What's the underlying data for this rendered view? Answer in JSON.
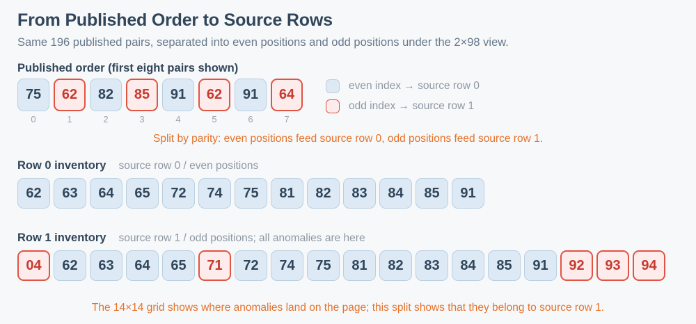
{
  "colors": {
    "background": "#f7f8fa",
    "navy": "#31465a",
    "subtitle_gray": "#66788a",
    "caption_gray": "#8d98a3",
    "index_gray": "#9aa4ae",
    "swatch_border": "#c4ccd5",
    "blue_fill": "#ddeaf6",
    "blue_border": "#b9cfe0",
    "red_fill": "#fdeceb",
    "red_border": "#e05443",
    "red_text": "#c63a2f",
    "orange": "#e5722a"
  },
  "header": {
    "title": "From Published Order to Source Rows",
    "subtitle": "Same 196 published pairs, separated into even positions and odd positions under the 2×98 view."
  },
  "published": {
    "heading": "Published order (first eight pairs shown)",
    "pairs": [
      {
        "value": "75",
        "index": "0",
        "variant": "even"
      },
      {
        "value": "62",
        "index": "1",
        "variant": "odd"
      },
      {
        "value": "82",
        "index": "2",
        "variant": "even"
      },
      {
        "value": "85",
        "index": "3",
        "variant": "odd"
      },
      {
        "value": "91",
        "index": "4",
        "variant": "even"
      },
      {
        "value": "62",
        "index": "5",
        "variant": "odd"
      },
      {
        "value": "91",
        "index": "6",
        "variant": "even"
      },
      {
        "value": "64",
        "index": "7",
        "variant": "odd"
      }
    ],
    "legend": [
      {
        "swatch": "even",
        "label": "even index → source row 0"
      },
      {
        "swatch": "odd",
        "label": "odd index → source row 1"
      }
    ],
    "note": "Split by parity: even positions feed source row 0, odd positions feed source row 1."
  },
  "row0": {
    "heading": "Row 0 inventory",
    "caption": "source row 0 / even positions",
    "cells": [
      {
        "value": "62",
        "variant": "normal"
      },
      {
        "value": "63",
        "variant": "normal"
      },
      {
        "value": "64",
        "variant": "normal"
      },
      {
        "value": "65",
        "variant": "normal"
      },
      {
        "value": "72",
        "variant": "normal"
      },
      {
        "value": "74",
        "variant": "normal"
      },
      {
        "value": "75",
        "variant": "normal"
      },
      {
        "value": "81",
        "variant": "normal"
      },
      {
        "value": "82",
        "variant": "normal"
      },
      {
        "value": "83",
        "variant": "normal"
      },
      {
        "value": "84",
        "variant": "normal"
      },
      {
        "value": "85",
        "variant": "normal"
      },
      {
        "value": "91",
        "variant": "normal"
      }
    ]
  },
  "row1": {
    "heading": "Row 1 inventory",
    "caption": "source row 1 / odd positions; all anomalies are here",
    "cells": [
      {
        "value": "04",
        "variant": "anomaly"
      },
      {
        "value": "62",
        "variant": "normal"
      },
      {
        "value": "63",
        "variant": "normal"
      },
      {
        "value": "64",
        "variant": "normal"
      },
      {
        "value": "65",
        "variant": "normal"
      },
      {
        "value": "71",
        "variant": "anomaly"
      },
      {
        "value": "72",
        "variant": "normal"
      },
      {
        "value": "74",
        "variant": "normal"
      },
      {
        "value": "75",
        "variant": "normal"
      },
      {
        "value": "81",
        "variant": "normal"
      },
      {
        "value": "82",
        "variant": "normal"
      },
      {
        "value": "83",
        "variant": "normal"
      },
      {
        "value": "84",
        "variant": "normal"
      },
      {
        "value": "85",
        "variant": "normal"
      },
      {
        "value": "91",
        "variant": "normal"
      },
      {
        "value": "92",
        "variant": "anomaly"
      },
      {
        "value": "93",
        "variant": "anomaly"
      },
      {
        "value": "94",
        "variant": "anomaly"
      }
    ]
  },
  "footer_note": "The 14×14 grid shows where anomalies land on the page; this split shows that they belong to source row 1."
}
